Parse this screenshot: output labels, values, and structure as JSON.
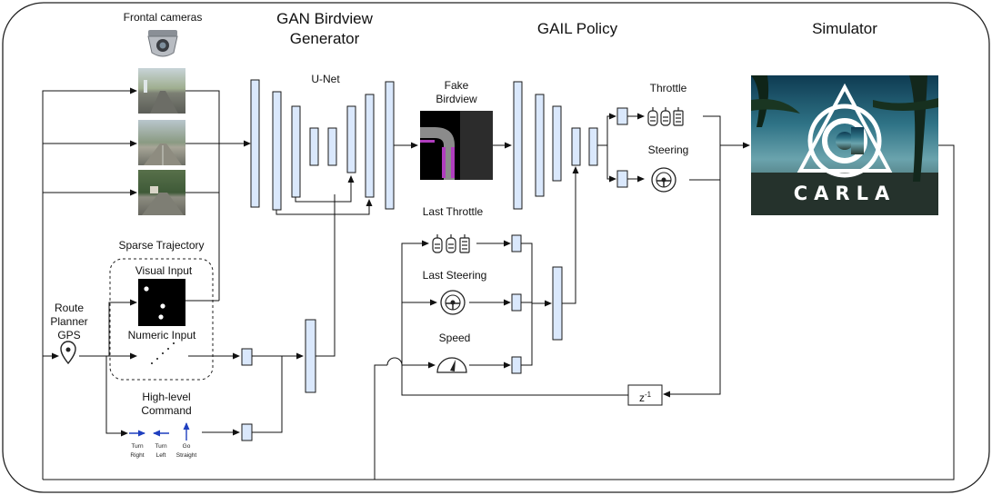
{
  "sections": {
    "frontal_cameras": "Frontal cameras",
    "gan_title_1": "GAN Birdview",
    "gan_title_2": "Generator",
    "gail_title": "GAIL Policy",
    "simulator_title": "Simulator"
  },
  "labels": {
    "unet": "U-Net",
    "fake_birdview_1": "Fake",
    "fake_birdview_2": "Birdview",
    "throttle": "Throttle",
    "steering": "Steering",
    "last_throttle": "Last Throttle",
    "last_steering": "Last Steering",
    "speed": "Speed",
    "sparse_trajectory": "Sparse Trajectory",
    "visual_input": "Visual Input",
    "numeric_input": "Numeric Input",
    "route_1": "Route",
    "route_2": "Planner",
    "route_3": "GPS",
    "hlc_1": "High-level",
    "hlc_2": "Command",
    "turn_right_1": "Turn",
    "turn_right_2": "Right",
    "turn_left_1": "Turn",
    "turn_left_2": "Left",
    "go_straight_1": "Go",
    "go_straight_2": "Straight",
    "delay": "z",
    "delay_exp": "-1",
    "carla_logo": "CARLA"
  },
  "colors": {
    "block_fill": "#dae8fc",
    "block_stroke": "#1a1a1a",
    "command_arrow": "#1f3fbf",
    "birdview_magenta": "#b03dbf"
  },
  "icons": [
    "camera-icon",
    "pedal-icon",
    "steering-wheel-icon",
    "speedometer-icon",
    "gps-pin-icon"
  ]
}
